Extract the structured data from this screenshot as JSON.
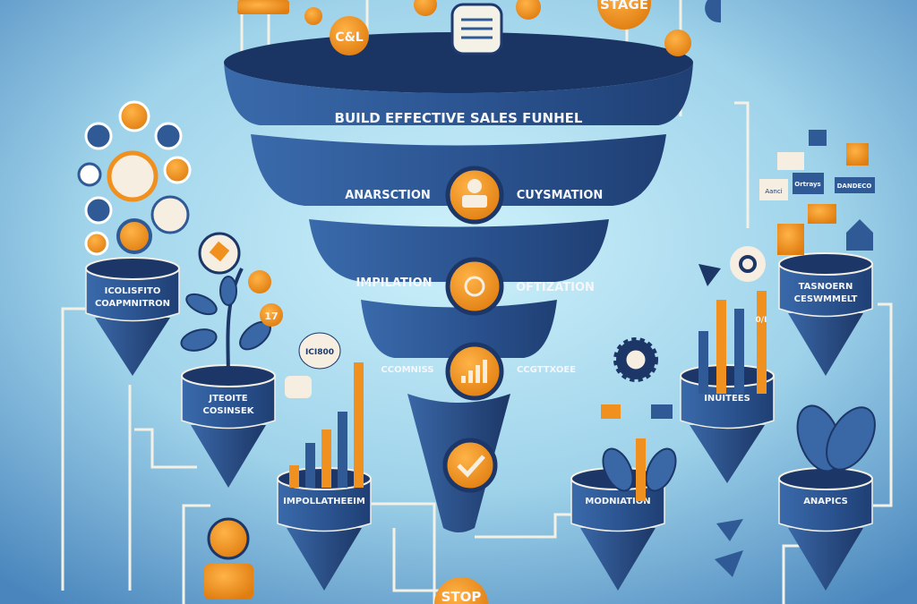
{
  "colors": {
    "background_center": "#c9eefa",
    "background_edge": "#4a86bd",
    "funnel_blue": "#2f5a96",
    "funnel_dark": "#1c3767",
    "accent_orange": "#f0901e",
    "arrow_cream": "#f3f0e6"
  },
  "main_funnel": {
    "title": "BUILD EFFECTIVE SALES FUNHEL",
    "tiers": [
      {
        "left": "ANARSCTION",
        "right": "CUYSMATION",
        "icon": "user-icon"
      },
      {
        "left": "IMPILATION",
        "right": "OFTIZATION",
        "icon": "target-icon"
      },
      {
        "left": "CCOMNISS",
        "right": "CCGTTXOEE",
        "icon": "bar-chart-icon"
      },
      {
        "left": "",
        "right": "",
        "icon": "checkmark-icon"
      }
    ]
  },
  "top_badges": {
    "stage": "STAGE",
    "cl": "C&L"
  },
  "small_funnels": [
    {
      "line1": "ICOLISFITO",
      "line2": "COAPMNITRON"
    },
    {
      "line1": "JTEOITE",
      "line2": "COSINSEK"
    },
    {
      "line1": "IMPOLLATHEEIM",
      "line2": ""
    },
    {
      "line1": "MODNIATION",
      "line2": ""
    },
    {
      "line1": "INUITEES",
      "line2": ""
    },
    {
      "line1": "TASNOERN",
      "line2": "CESWMMELT"
    },
    {
      "line1": "ANAPICS",
      "line2": ""
    }
  ],
  "bubble_text": "ICI800",
  "bar_tag": "0/I",
  "stop_badge": "STOP",
  "right_cards": {
    "card1": "Aanci",
    "card2": "Ortrays",
    "card3": "DANDECO"
  },
  "badge_number": "17"
}
